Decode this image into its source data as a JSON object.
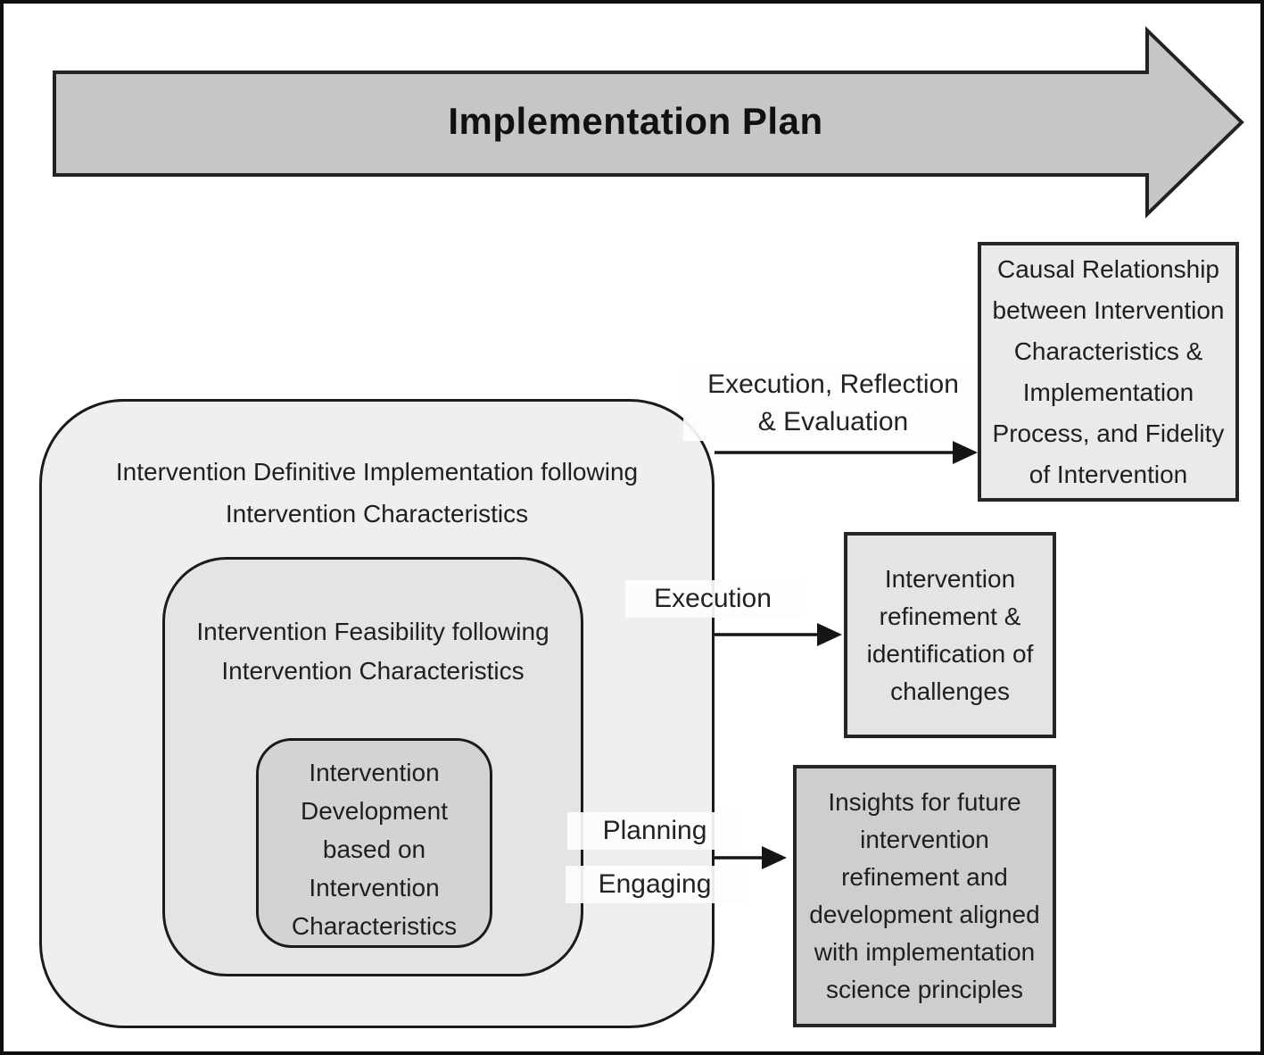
{
  "banner": {
    "title": "Implementation Plan",
    "fill": "#c6c6c6",
    "stroke": "#222222"
  },
  "nested": {
    "outer": {
      "label": "Intervention Definitive Implementation following Intervention Characteristics",
      "fill": "#efefef"
    },
    "middle": {
      "label": "Intervention Feasibility following Intervention Characteristics",
      "fill": "#e4e4e4"
    },
    "inner": {
      "label": "Intervention Development based on Intervention Characteristics",
      "fill": "#d3d3d3"
    }
  },
  "flows": {
    "execution_reflection": {
      "line1": "Execution, Reflection",
      "line2": "& Evaluation"
    },
    "execution": {
      "line1": "Execution"
    },
    "planning_engaging": {
      "line1": "Planning",
      "line2": "Engaging"
    }
  },
  "outcomes": {
    "causal": {
      "text": "Causal Relationship between Intervention Characteristics & Implementation Process, and Fidelity of Intervention",
      "fill": "#eaeaea"
    },
    "refinement": {
      "text": "Intervention refinement & identification of challenges",
      "fill": "#e4e4e4"
    },
    "insights": {
      "text": "Insights for future intervention refinement and development aligned with implementation science principles",
      "fill": "#cecece"
    }
  },
  "connector_color": "#151515"
}
